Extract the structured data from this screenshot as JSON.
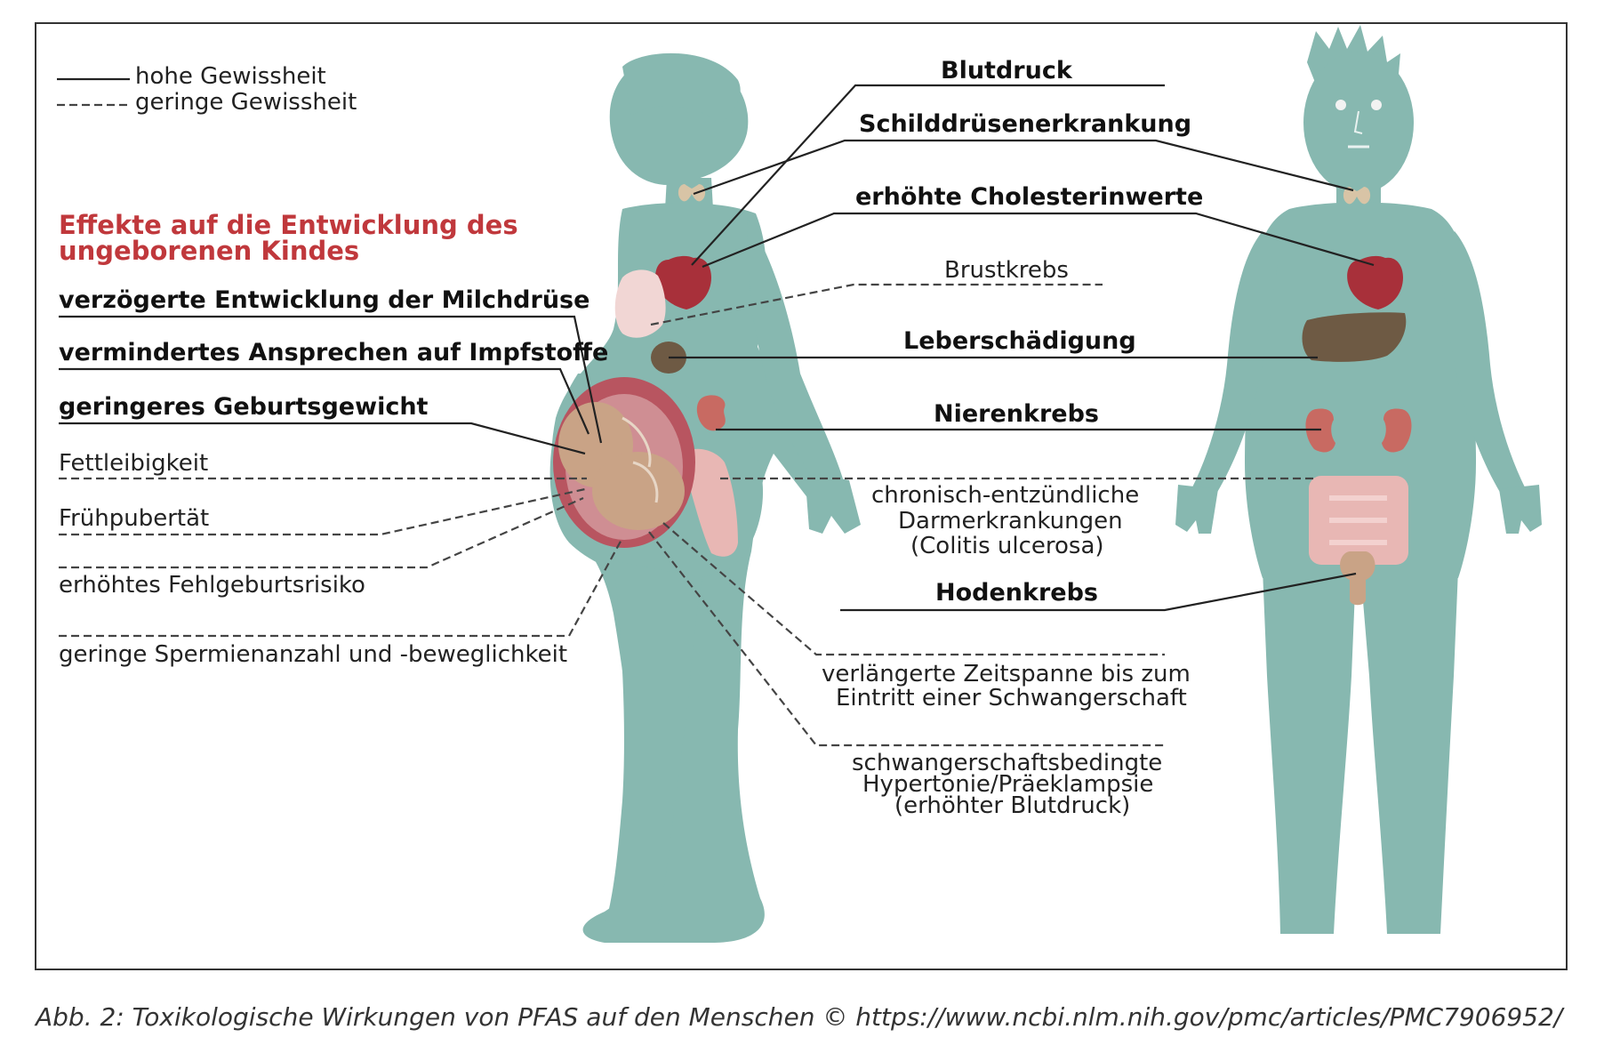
{
  "legend": {
    "solid": "hohe Gewissheit",
    "dashed": "geringe Gewissheit"
  },
  "unborn_heading": {
    "line1": "Effekte auf die Entwicklung des",
    "line2": "ungeborenen Kindes"
  },
  "unborn_effects": {
    "milk_gland": "verzögerte Entwicklung der Milchdrüse",
    "vaccine": "vermindertes Ansprechen auf Impfstoffe",
    "birth_weight": "geringeres Geburtsgewicht",
    "obesity": "Fettleibigkeit",
    "puberty": "Frühpubertät",
    "miscarriage": "erhöhtes Fehlgeburtsrisiko",
    "sperm": "geringe Spermienanzahl und -beweglichkeit"
  },
  "adult_effects": {
    "blood_pressure": "Blutdruck",
    "thyroid": "Schilddrüsenerkrankung",
    "cholesterol": "erhöhte Cholesterinwerte",
    "breast_cancer": "Brustkrebs",
    "liver": "Leberschädigung",
    "kidney": "Nierenkrebs",
    "colitis": {
      "line1": "chronisch-entzündliche",
      "line2": "Darmerkrankungen",
      "line3": "(Colitis ulcerosa)"
    },
    "testicular": "Hodenkrebs",
    "conception": {
      "line1": "verlängerte Zeitspanne bis zum",
      "line2": "Eintritt einer Schwangerschaft"
    },
    "preeclampsia": {
      "line1": "schwangerschaftsbedingte",
      "line2": "Hypertonie/Präeklampsie",
      "line3": "(erhöhter Blutdruck)"
    }
  },
  "caption": "Abb. 2: Toxikologische Wirkungen von PFAS auf den Menschen © https://www.ncbi.nlm.nih.gov/pmc/articles/PMC7906952/",
  "colors": {
    "body": "#87b8b0",
    "heart": "#a8303a",
    "liver": "#6e5a44",
    "kidney": "#c86a62",
    "intestine": "#e8b7b4",
    "womb": "#b85560",
    "fetus": "#c9a386",
    "heading_red": "#c0383c"
  },
  "icons": [
    "thyroid-icon",
    "heart-icon",
    "breast-icon",
    "liver-icon",
    "kidney-icon",
    "intestine-icon",
    "testis-icon",
    "womb-icon",
    "fetus-icon"
  ]
}
